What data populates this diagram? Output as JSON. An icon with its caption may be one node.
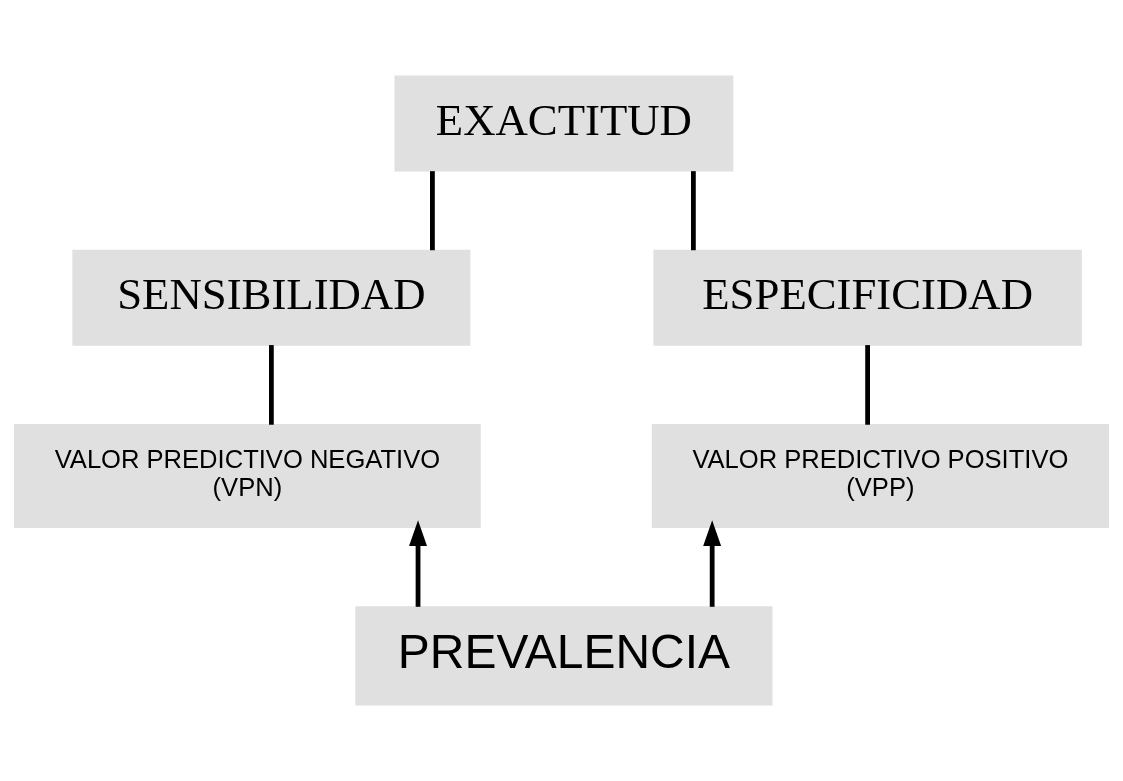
{
  "diagram": {
    "nodes": [
      {
        "text": [
          "EXACTITUD"
        ]
      },
      {
        "text": [
          "SENSIBILIDAD"
        ]
      },
      {
        "text": [
          "ESPECIFICIDAD"
        ]
      },
      {
        "text": [
          "VALOR PREDICTIVO NEGATIVO (VPN)"
        ]
      },
      {
        "text": [
          "VALOR PREDICTIVO POSITIVO (VPP)"
        ]
      },
      {
        "text": [
          "PREVALENCIA"
        ]
      }
    ],
    "edges": [
      {
        "from": 0,
        "to": 1,
        "arrow": "none"
      },
      {
        "from": 0,
        "to": 2,
        "arrow": "none"
      },
      {
        "from": 1,
        "to": 3,
        "arrow": "none"
      },
      {
        "from": 2,
        "to": 4,
        "arrow": "none"
      },
      {
        "from": 5,
        "to": 3,
        "arrow": "to"
      },
      {
        "from": 5,
        "to": 4,
        "arrow": "to"
      }
    ]
  }
}
